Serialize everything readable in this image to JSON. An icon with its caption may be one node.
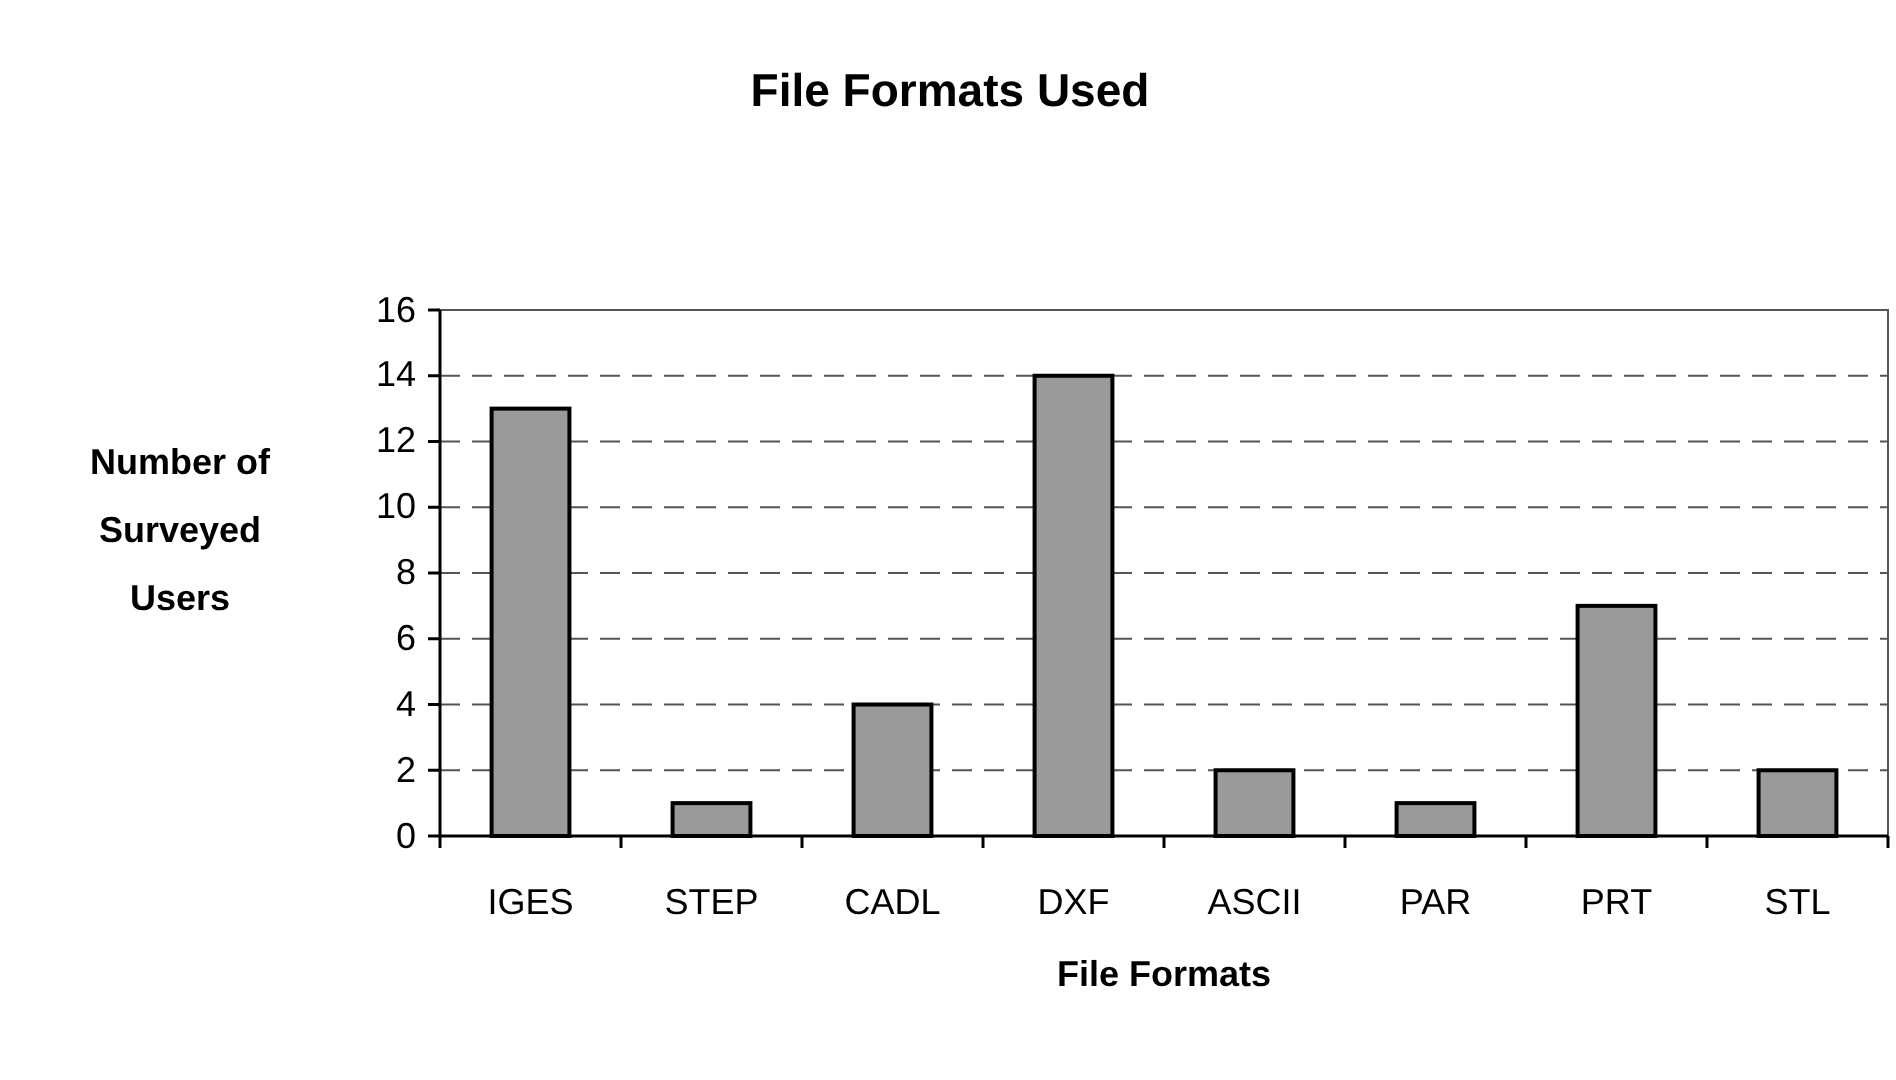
{
  "diagram": {
    "chart_data": {
      "type": "bar",
      "title": "File Formats Used",
      "xlabel": "File Formats",
      "ylabel": "Number of Surveyed Users",
      "categories": [
        "IGES",
        "STEP",
        "CADL",
        "DXF",
        "ASCII",
        "PAR",
        "PRT",
        "STL"
      ],
      "values": [
        13,
        1,
        4,
        14,
        2,
        1,
        7,
        2
      ],
      "ylim": [
        0,
        16
      ],
      "grid": true,
      "yticks": [
        0,
        2,
        4,
        6,
        8,
        10,
        12,
        14,
        16
      ]
    }
  }
}
